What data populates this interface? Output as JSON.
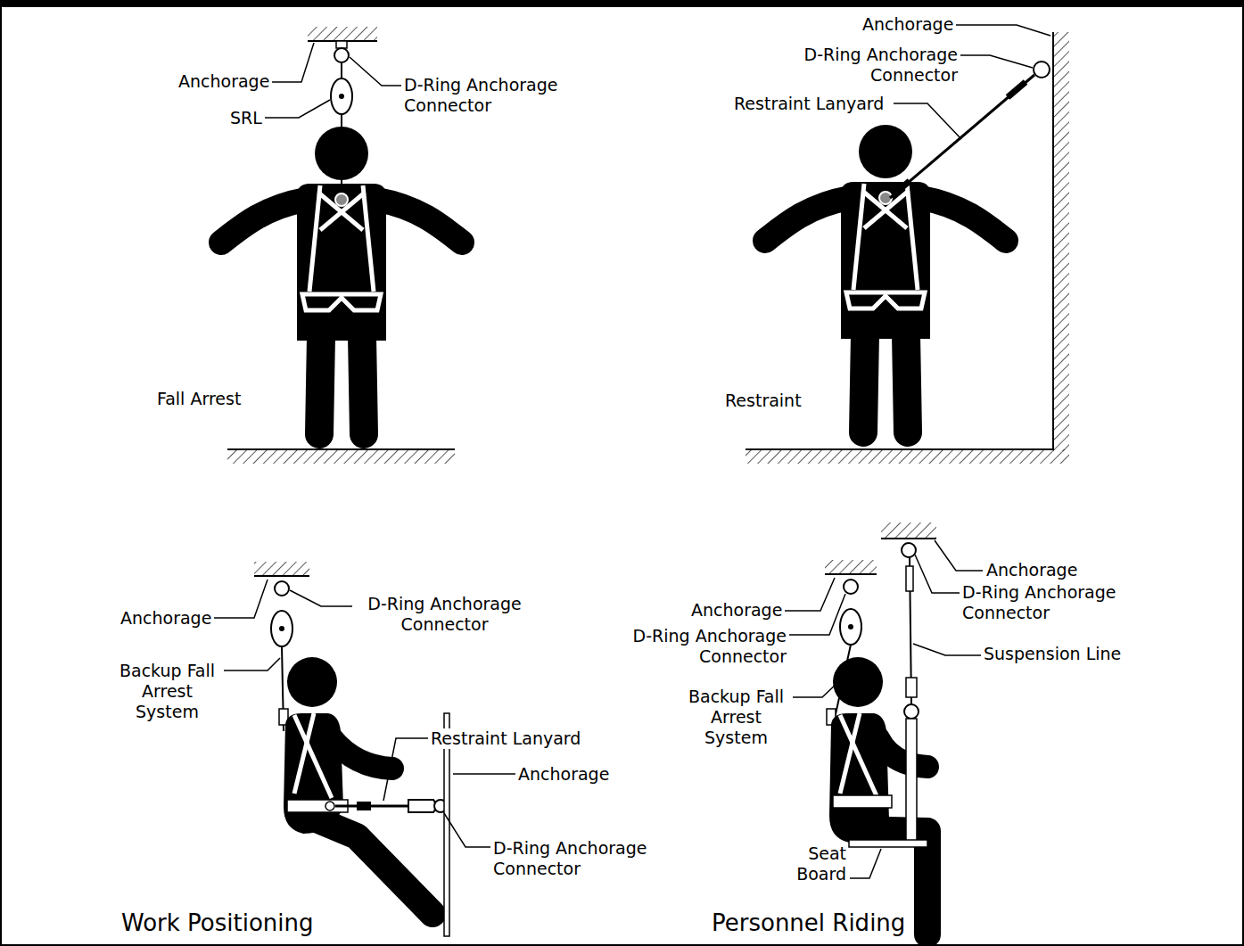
{
  "diagram": {
    "labels": [
      "Anchorage",
      "D-Ring Anchorage Connector",
      "SRL",
      "Fall Arrest",
      "Anchorage",
      "D-Ring Anchorage Connector",
      "Restraint Lanyard",
      "Restraint",
      "Anchorage",
      "D-Ring Anchorage Connector",
      "Backup Fall Arrest System",
      "Restraint Lanyard",
      "Anchorage",
      "D-Ring Anchorage Connector",
      "Work Positioning",
      "Anchorage",
      "D-Ring Anchorage Connector",
      "Backup Fall Arrest System",
      "Anchorage",
      "D-Ring Anchorage Connector",
      "Suspension Line",
      "Seat Board",
      "Personnel Riding"
    ]
  }
}
